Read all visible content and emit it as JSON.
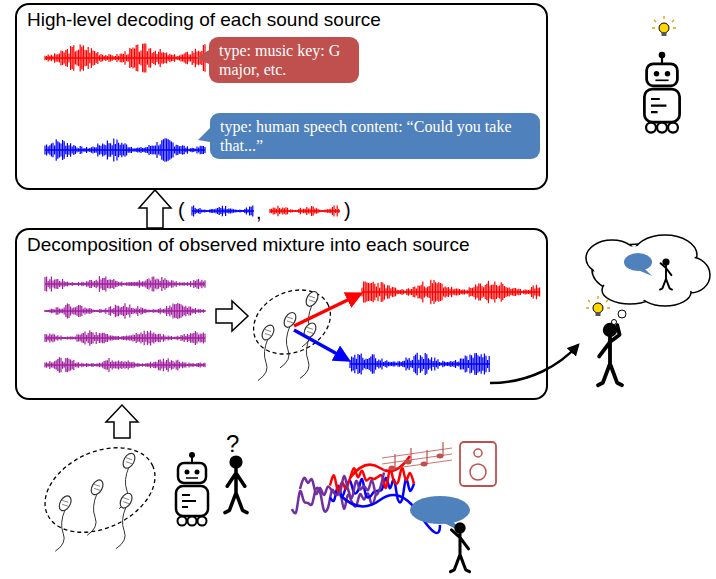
{
  "diagram": {
    "nodes": [
      {
        "text": [
          "High-level decoding of each sound source"
        ]
      },
      {
        "text": [
          "type: music key: G major, etc."
        ],
        "in": 0
      },
      {
        "text": [
          "type: human speech content: “Could you take that...”"
        ],
        "in": 0
      },
      {
        "text": [
          "Decomposition of observed mixture into each source"
        ]
      }
    ],
    "edges": [
      {
        "from": 3,
        "to": 0,
        "arrow": "to"
      }
    ],
    "labels": [
      "(",
      ",",
      ")",
      "?"
    ]
  }
}
